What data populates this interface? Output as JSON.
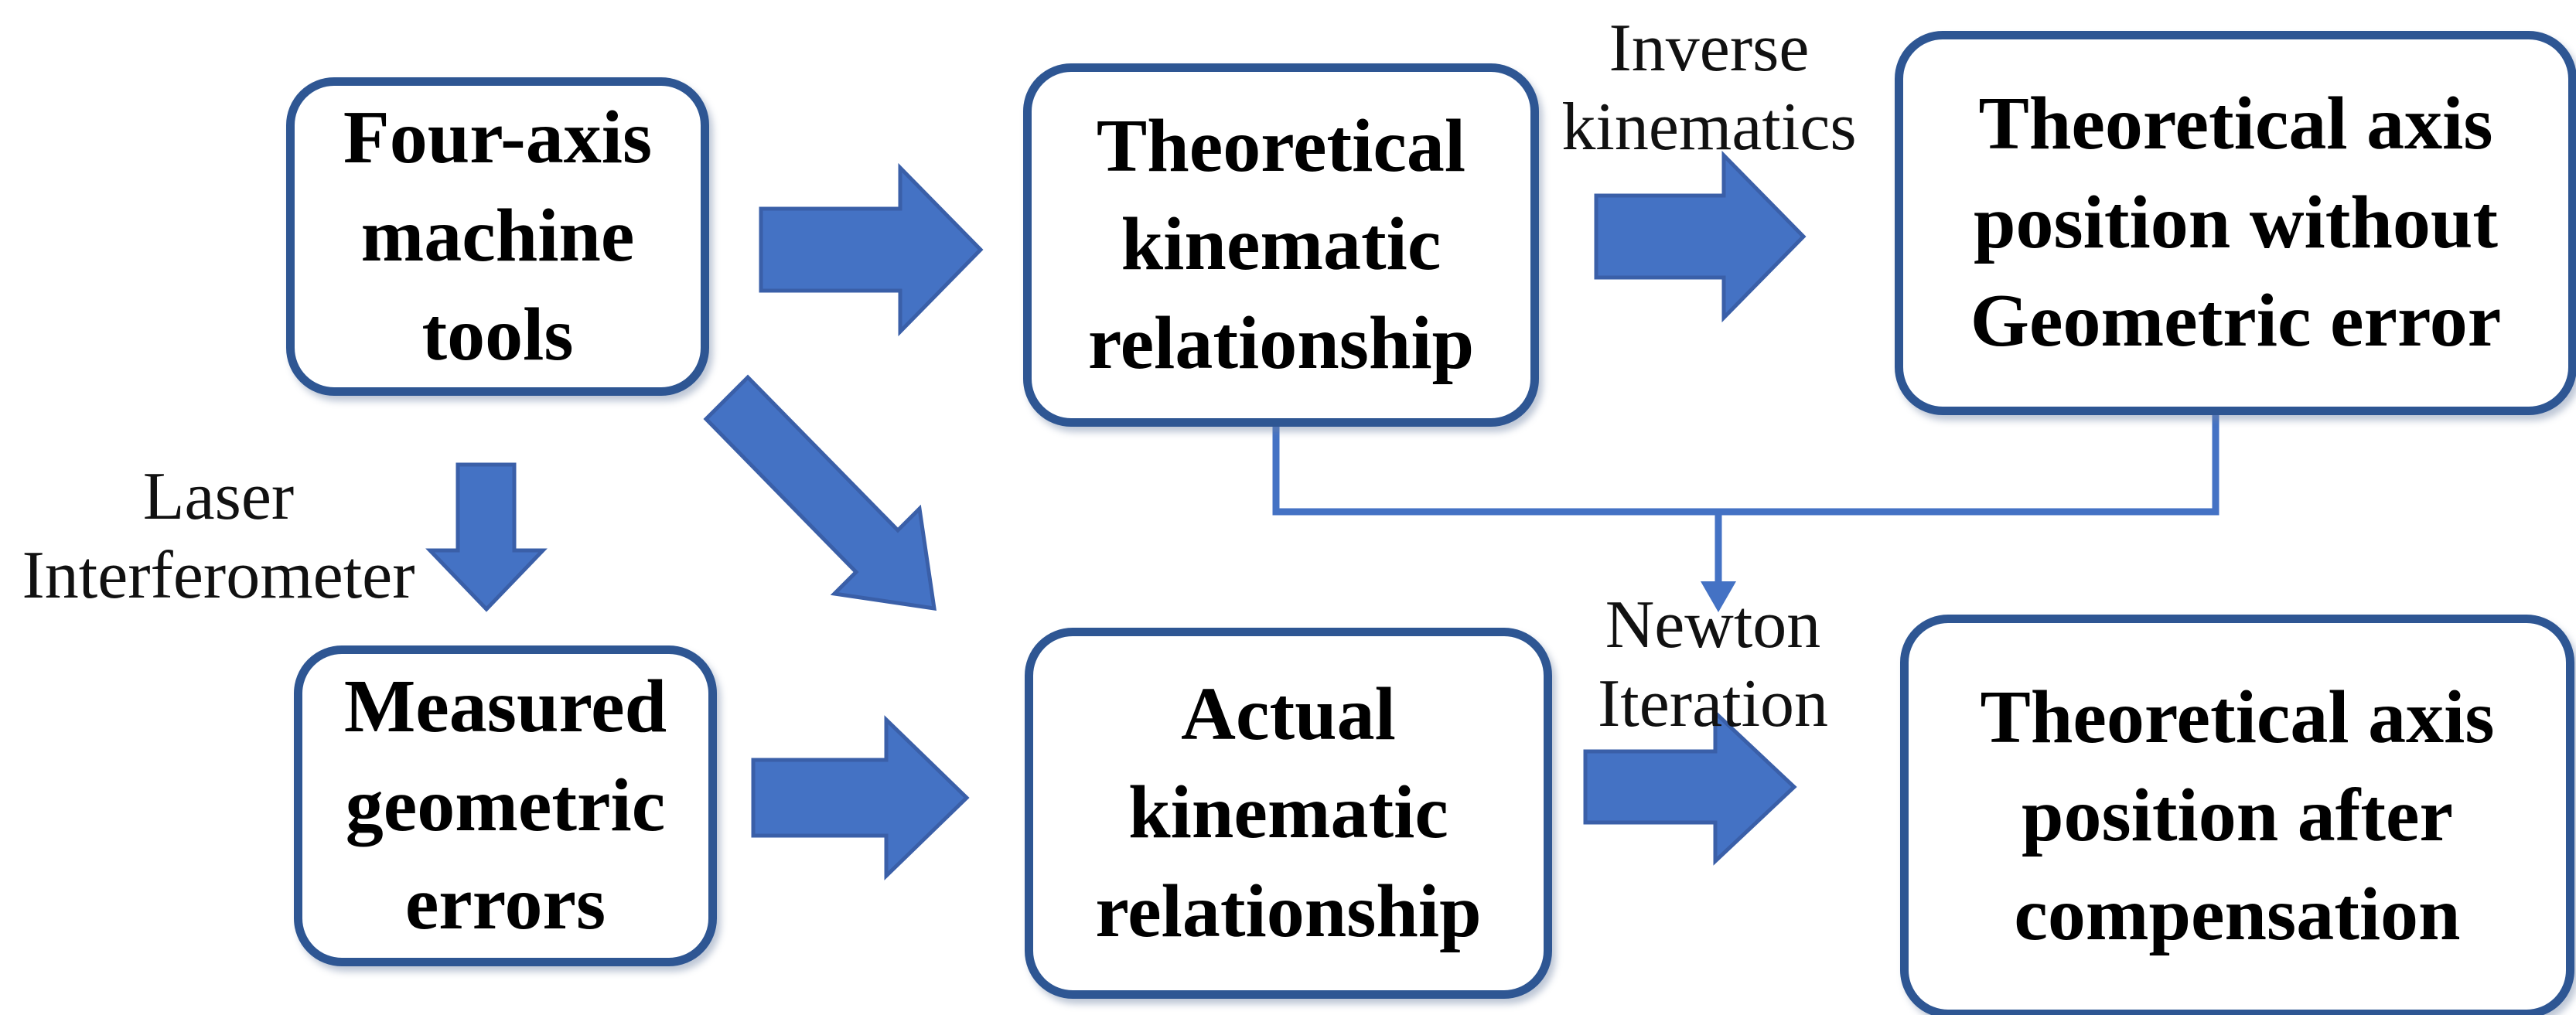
{
  "colors": {
    "bg": "#ffffff",
    "box_border": "#2E5693",
    "arrow_fill": "#4472C4",
    "arrow_stroke": "#3A5FA8",
    "connector_color": "#4472C4",
    "text_color": "#000000",
    "label_color": "#111111"
  },
  "boxes": {
    "four_axis_machine_tools": {
      "lines": [
        "Four-axis",
        "machine",
        "tools"
      ]
    },
    "theoretical_kinematic_relationship": {
      "lines": [
        "Theoretical",
        "kinematic",
        "relationship"
      ]
    },
    "theoretical_axis_position_without_geometric_error": {
      "lines": [
        "Theoretical axis",
        "position without",
        "Geometric error"
      ]
    },
    "measured_geometric_errors": {
      "lines": [
        "Measured",
        "geometric",
        "errors"
      ]
    },
    "actual_kinematic_relationship": {
      "lines": [
        "Actual",
        "kinematic",
        "relationship"
      ]
    },
    "theoretical_axis_position_after_compensation": {
      "lines": [
        "Theoretical axis",
        "position after",
        "compensation"
      ]
    }
  },
  "labels": {
    "inverse_kinematics": {
      "lines": [
        "Inverse",
        "kinematics"
      ]
    },
    "laser_interferometer": {
      "lines": [
        "Laser",
        "Interferometer"
      ]
    },
    "newton_iteration": {
      "lines": [
        "Newton",
        "Iteration"
      ]
    }
  },
  "icons": {
    "arrow_right_1": "right-block-arrow",
    "arrow_right_2": "right-block-arrow",
    "arrow_right_3": "right-block-arrow",
    "arrow_right_4": "right-block-arrow",
    "arrow_down": "down-block-arrow",
    "arrow_diagonal": "down-right-block-arrow",
    "merge_connector": "elbow-connector-with-down-arrow"
  }
}
